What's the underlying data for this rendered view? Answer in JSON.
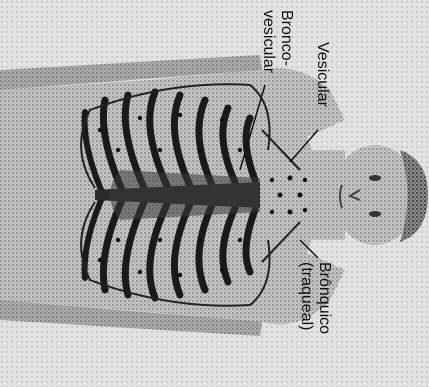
{
  "labels": {
    "bronco_line1": "Bronco-",
    "bronco_line2": "vesicular",
    "vesicular": "Vesicular",
    "bronquico_line1": "Brônquico",
    "bronquico_line2": "(traqueal)"
  },
  "colors": {
    "background": "#ffffff",
    "skin": "#b8b8b8",
    "skin_dark": "#8f8f8f",
    "rib": "#1a1a1a",
    "hair": "#2a2a2a",
    "line": "#111111"
  }
}
